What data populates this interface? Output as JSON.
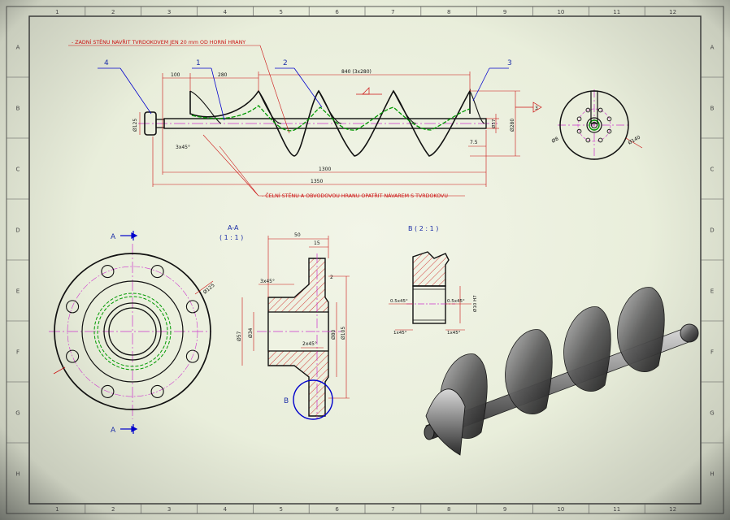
{
  "sheet": {
    "colors": {
      "paper": "#eef2e2",
      "line": "#111111",
      "dim": "#cc1111",
      "center": "#cc33cc",
      "leader": "#0000cc",
      "green": "#009900",
      "label": "#1d2fa8"
    },
    "grid_columns": [
      "1",
      "2",
      "3",
      "4",
      "5",
      "6",
      "7",
      "8",
      "9",
      "10",
      "11",
      "12"
    ],
    "grid_rows": [
      "A",
      "B",
      "C",
      "D",
      "E",
      "F",
      "G",
      "H"
    ]
  },
  "notes": {
    "note_top": "ZADNÍ STĚNU NAVŘIT TVRDOKOVEM JEN 20 mm OD HORNÍ HRANY",
    "note_bottom": "ČELNÍ STĚNU A OBVODOVOU HRANU OPATŘIT NÁVAREM S TVRDOKOVU"
  },
  "main_view": {
    "balloons": [
      "1",
      "2",
      "3",
      "4"
    ],
    "dims": {
      "d100": "100",
      "d280": "280",
      "d840": "840 (3x280)",
      "d1300": "1300",
      "d1350": "1350",
      "d7_5": "7.5",
      "dia125": "Ø125",
      "dia280": "Ø280",
      "dia57": "Ø57",
      "chamfer": "3x45°"
    },
    "weld_symbol": "3"
  },
  "end_view": {
    "dims": {
      "dia140": "Ø140",
      "dia8": "Ø8"
    }
  },
  "flange_view": {
    "section_mark": "A",
    "dims": {
      "dia125": "Ø125"
    }
  },
  "section_view": {
    "title": "A-A",
    "scale": "( 1 : 1 )",
    "detail_mark": "B",
    "dims": {
      "d50": "50",
      "d15": "15",
      "d2": "2",
      "chamfer1": "3x45°",
      "chamfer2": "2x45°",
      "dia57": "Ø57",
      "dia34": "Ø34",
      "dia80": "Ø80",
      "dia105": "Ø105"
    }
  },
  "detail_view": {
    "title": "B ( 2 : 1 )",
    "dims": {
      "c1": "0.5x45°",
      "c2": "0.5x45°",
      "c3": "1x45°",
      "c4": "1x45°",
      "dia": "Ø10 H7"
    }
  }
}
